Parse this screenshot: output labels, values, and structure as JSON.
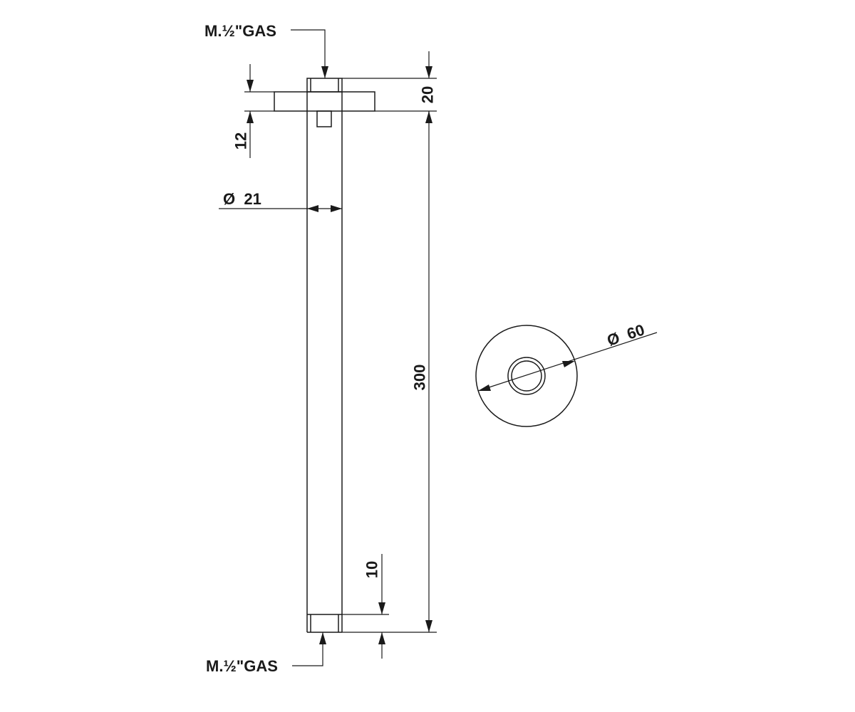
{
  "labels": {
    "thread_top": "M.½\"GAS",
    "thread_bottom": "M.½\"GAS",
    "dim_flange_height": "20",
    "dim_flange_thickness": "12",
    "dim_pipe_diameter": "Ø  21",
    "dim_pipe_length": "300",
    "dim_thread_length": "10",
    "dim_flange_diameter": "Ø  60"
  }
}
